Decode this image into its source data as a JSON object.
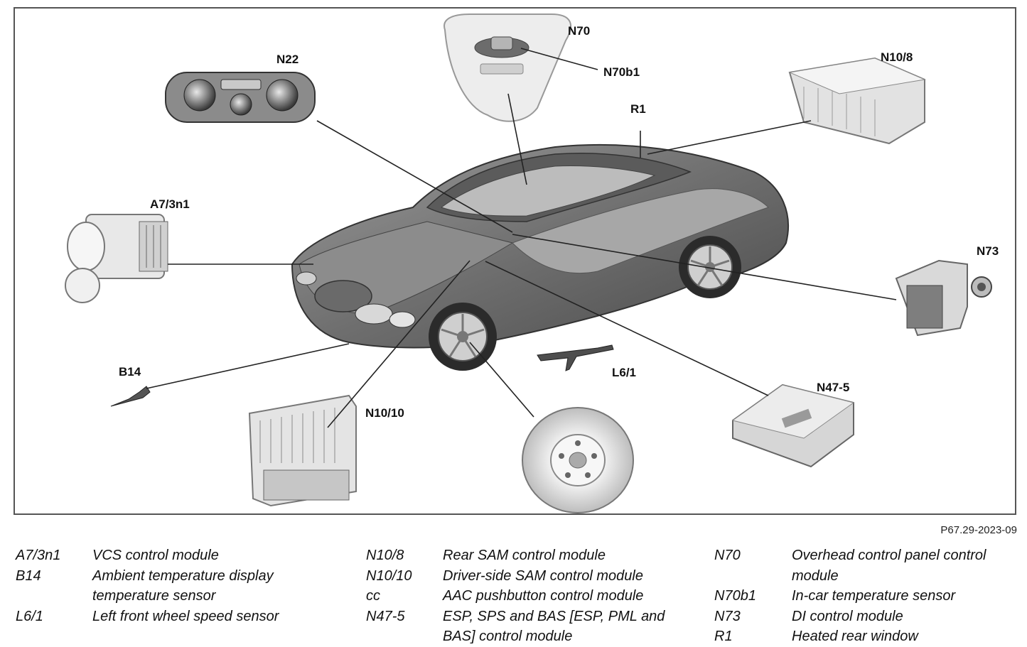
{
  "figure": {
    "reference": "P67.29-2023-09",
    "callouts": {
      "n70": "N70",
      "n70b1": "N70b1",
      "n22": "N22",
      "n10_8": "N10/8",
      "r1": "R1",
      "a7_3n1": "A7/3n1",
      "n73": "N73",
      "b14": "B14",
      "l6_1": "L6/1",
      "n10_10": "N10/10",
      "n47_5": "N47-5"
    }
  },
  "legend": {
    "col1": [
      {
        "code": "A7/3n1",
        "desc": "VCS control module"
      },
      {
        "code": "B14",
        "desc": "Ambient temperature display temperature sensor"
      },
      {
        "code": "L6/1",
        "desc": "Left front wheel speed sensor"
      }
    ],
    "col2": [
      {
        "code": "N10/8",
        "desc": "Rear SAM control module"
      },
      {
        "code": "N10/10",
        "desc": "Driver-side SAM control module"
      },
      {
        "code": "cc",
        "desc": "AAC pushbutton control module"
      },
      {
        "code": "N47-5",
        "desc": "ESP, SPS and BAS [ESP, PML and BAS] control module"
      }
    ],
    "col3": [
      {
        "code": "N70",
        "desc": "Overhead control panel control module"
      },
      {
        "code": "N70b1",
        "desc": "In-car temperature sensor"
      },
      {
        "code": "N73",
        "desc": "DI control module"
      },
      {
        "code": "R1",
        "desc": "Heated rear window"
      }
    ]
  }
}
